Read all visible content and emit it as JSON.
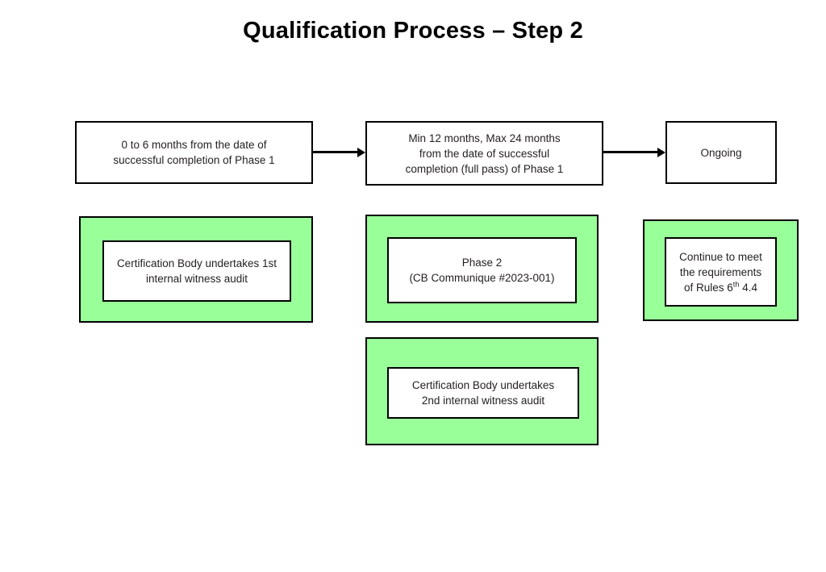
{
  "slide": {
    "title": "Qualification Process – Step 2",
    "background_color": "#ffffff",
    "accent_green": "#99FF99",
    "outline_color": "#000000",
    "text_color": "#231f20"
  },
  "timeline_boxes": [
    {
      "name": "phase1-window",
      "text": "0 to 6 months from the date of\nsuccessful completion of Phase 1"
    },
    {
      "name": "phase2-window",
      "text": "Min 12 months, Max 24 months\nfrom the date of successful\ncompletion (full pass) of Phase 1"
    },
    {
      "name": "ongoing",
      "text": "Ongoing"
    }
  ],
  "activity_boxes": [
    {
      "name": "first-internal-witness-audit",
      "text": "Certification Body undertakes 1st\ninternal witness audit"
    },
    {
      "name": "phase-2",
      "text": "Phase 2\n(CB Communique #2023-001)"
    },
    {
      "name": "continue-requirements",
      "line1": "Continue to meet",
      "line2": "the requirements",
      "line3_prefix": "of Rules 6",
      "line3_sup": "th",
      "line3_suffix": " 4.4"
    },
    {
      "name": "second-internal-witness-audit",
      "text": "Certification Body undertakes\n2nd internal witness audit"
    }
  ],
  "arrows": [
    {
      "name": "arrow-phase1-to-phase2",
      "from": "phase1-window",
      "to": "phase2-window",
      "direction": "right"
    },
    {
      "name": "arrow-phase2-to-ongoing",
      "from": "phase2-window",
      "to": "ongoing",
      "direction": "right"
    }
  ]
}
